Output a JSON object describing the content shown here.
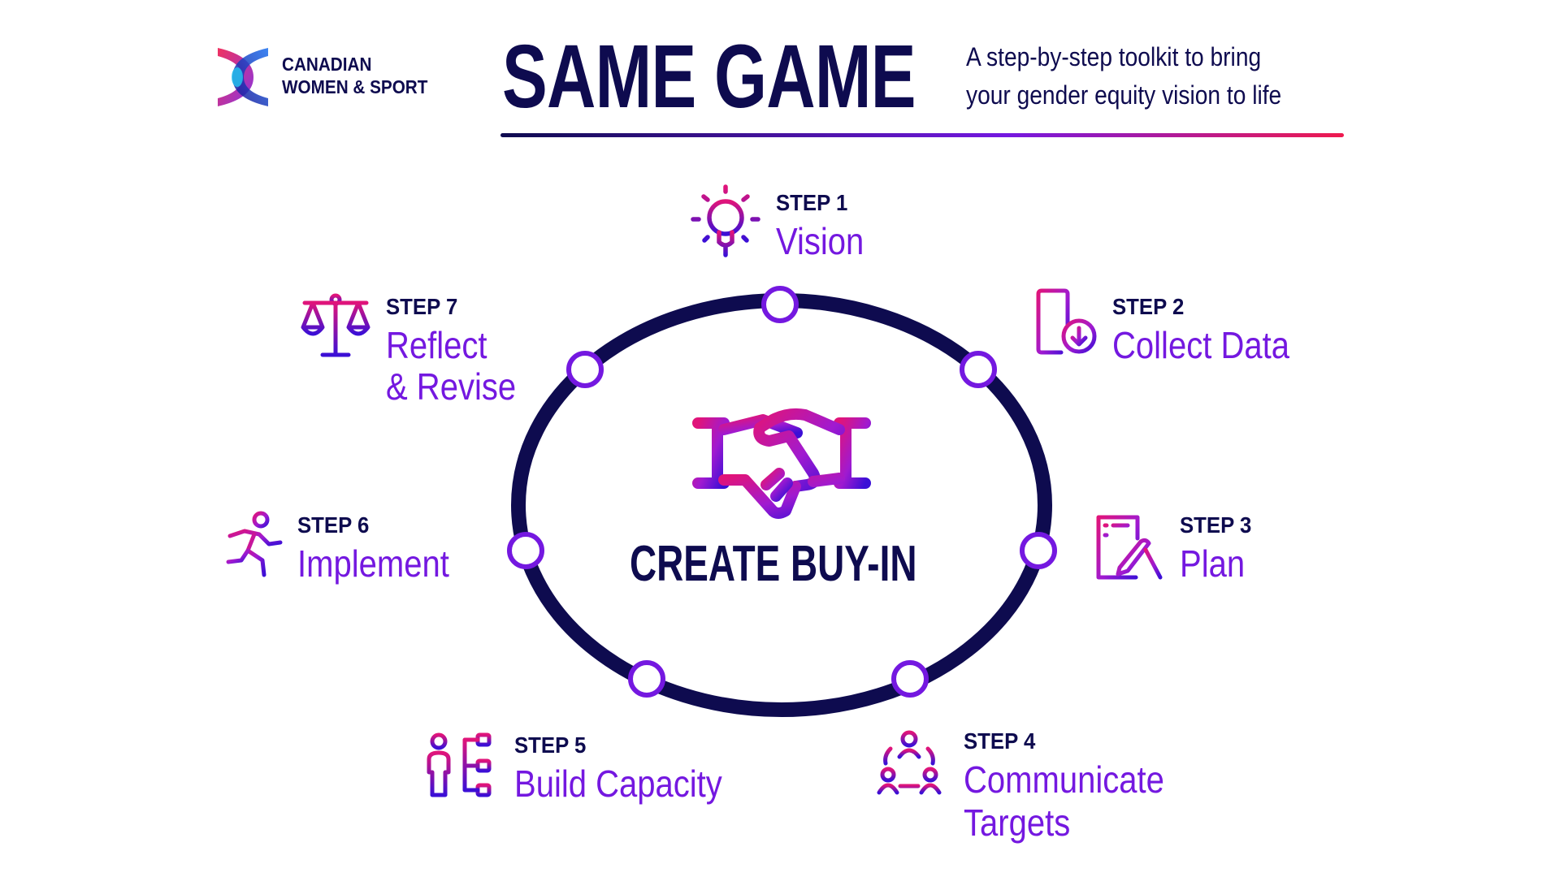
{
  "brand": {
    "name_line1": "CANADIAN",
    "name_line2": "WOMEN & SPORT"
  },
  "header": {
    "title": "SAME GAME",
    "subtitle_line1": "A step-by-step toolkit to bring",
    "subtitle_line2": "your gender equity vision to life"
  },
  "colors": {
    "navy": "#0e0b4f",
    "purple": "#7418e0",
    "magenta": "#e0147a",
    "blue": "#3b0fd6"
  },
  "center": {
    "label": "CREATE BUY-IN",
    "icon": "handshake-icon"
  },
  "steps": [
    {
      "number": "STEP 1",
      "name": "Vision",
      "icon": "lightbulb-icon"
    },
    {
      "number": "STEP 2",
      "name": "Collect Data",
      "icon": "tablet-download-icon"
    },
    {
      "number": "STEP 3",
      "name": "Plan",
      "icon": "document-pen-icon"
    },
    {
      "number": "STEP 4",
      "name_line1": "Communicate",
      "name_line2": "Targets",
      "icon": "people-network-icon"
    },
    {
      "number": "STEP 5",
      "name": "Build Capacity",
      "icon": "person-org-chart-icon"
    },
    {
      "number": "STEP 6",
      "name": "Implement",
      "icon": "running-person-icon"
    },
    {
      "number": "STEP 7",
      "name_line1": "Reflect",
      "name_line2": "& Revise",
      "icon": "scales-icon"
    }
  ]
}
